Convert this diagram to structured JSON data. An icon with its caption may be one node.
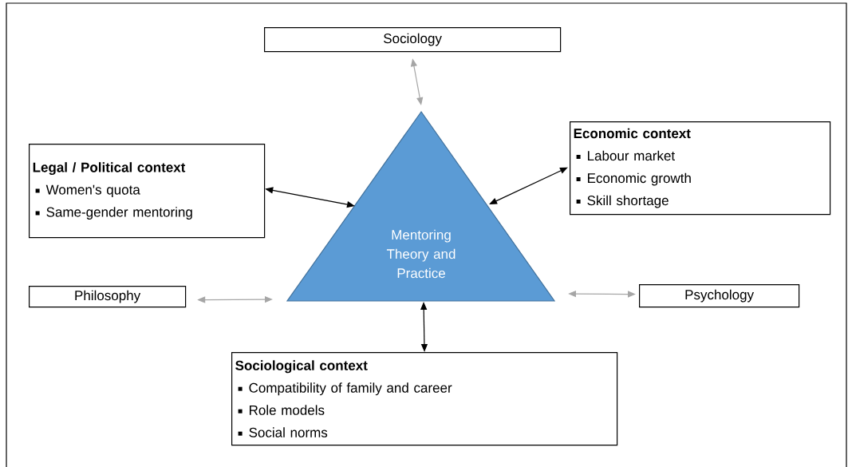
{
  "diagram": {
    "nodes": [
      {
        "text": [
          "Sociology"
        ]
      },
      {
        "text": [
          "Legal / Political context",
          "Women's quota",
          "Same-gender mentoring"
        ]
      },
      {
        "text": [
          "Economic context",
          "Labour market",
          "Economic growth",
          "Skill shortage"
        ]
      },
      {
        "text": [
          "Mentoring Theory and Practice"
        ]
      },
      {
        "text": [
          "Philosophy"
        ]
      },
      {
        "text": [
          "Psychology"
        ]
      },
      {
        "text": [
          "Sociological context",
          "Compatibility of family and career",
          "Role models",
          "Social norms"
        ]
      }
    ],
    "edges": [
      {
        "from": 0,
        "to": 3,
        "arrow": "both",
        "color": "#a6a6a6"
      },
      {
        "from": 1,
        "to": 3,
        "arrow": "both",
        "color": "#000000"
      },
      {
        "from": 2,
        "to": 3,
        "arrow": "both",
        "color": "#000000"
      },
      {
        "from": 4,
        "to": 3,
        "arrow": "both",
        "color": "#a6a6a6"
      },
      {
        "from": 5,
        "to": 3,
        "arrow": "both",
        "color": "#a6a6a6"
      },
      {
        "from": 3,
        "to": 6,
        "arrow": "both",
        "color": "#000000"
      }
    ]
  }
}
